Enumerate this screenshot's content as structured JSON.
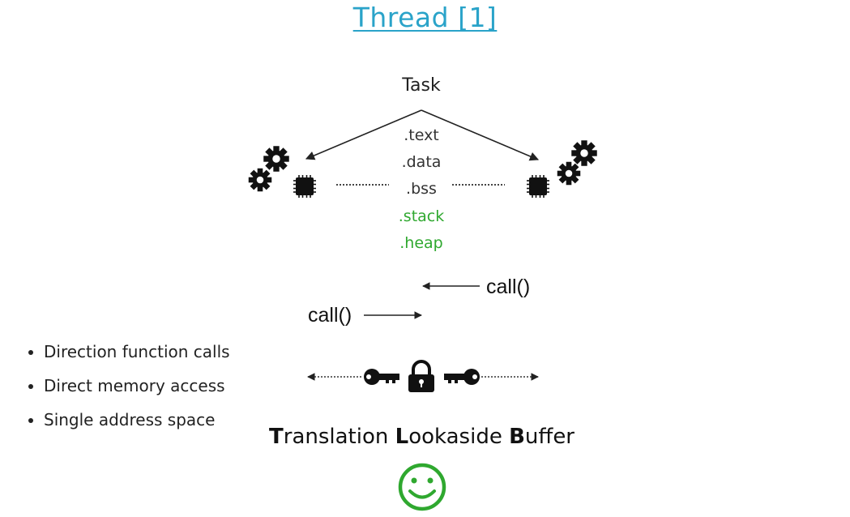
{
  "title": "Thread [1]",
  "diagram": {
    "task_label": "Task",
    "segments": [
      {
        "label": ".text",
        "color": "#333333"
      },
      {
        "label": ".data",
        "color": "#333333"
      },
      {
        "label": ".bss",
        "color": "#333333"
      },
      {
        "label": ".stack",
        "color": "#2fa82f"
      },
      {
        "label": ".heap",
        "color": "#2fa82f"
      }
    ],
    "icons": [
      "gears-icon",
      "cpu-chip-icon",
      "key-icon",
      "padlock-icon"
    ],
    "call_right": "call()",
    "call_left": "call()"
  },
  "bullets": [
    "Direction function calls",
    "Direct memory access",
    "Single address space"
  ],
  "tlb": {
    "t_initial": "T",
    "t_rest": "ranslation ",
    "l_initial": "L",
    "l_rest": "ookaside ",
    "b_initial": "B",
    "b_rest": "uffer"
  },
  "smiley_color": "#2fa82f"
}
